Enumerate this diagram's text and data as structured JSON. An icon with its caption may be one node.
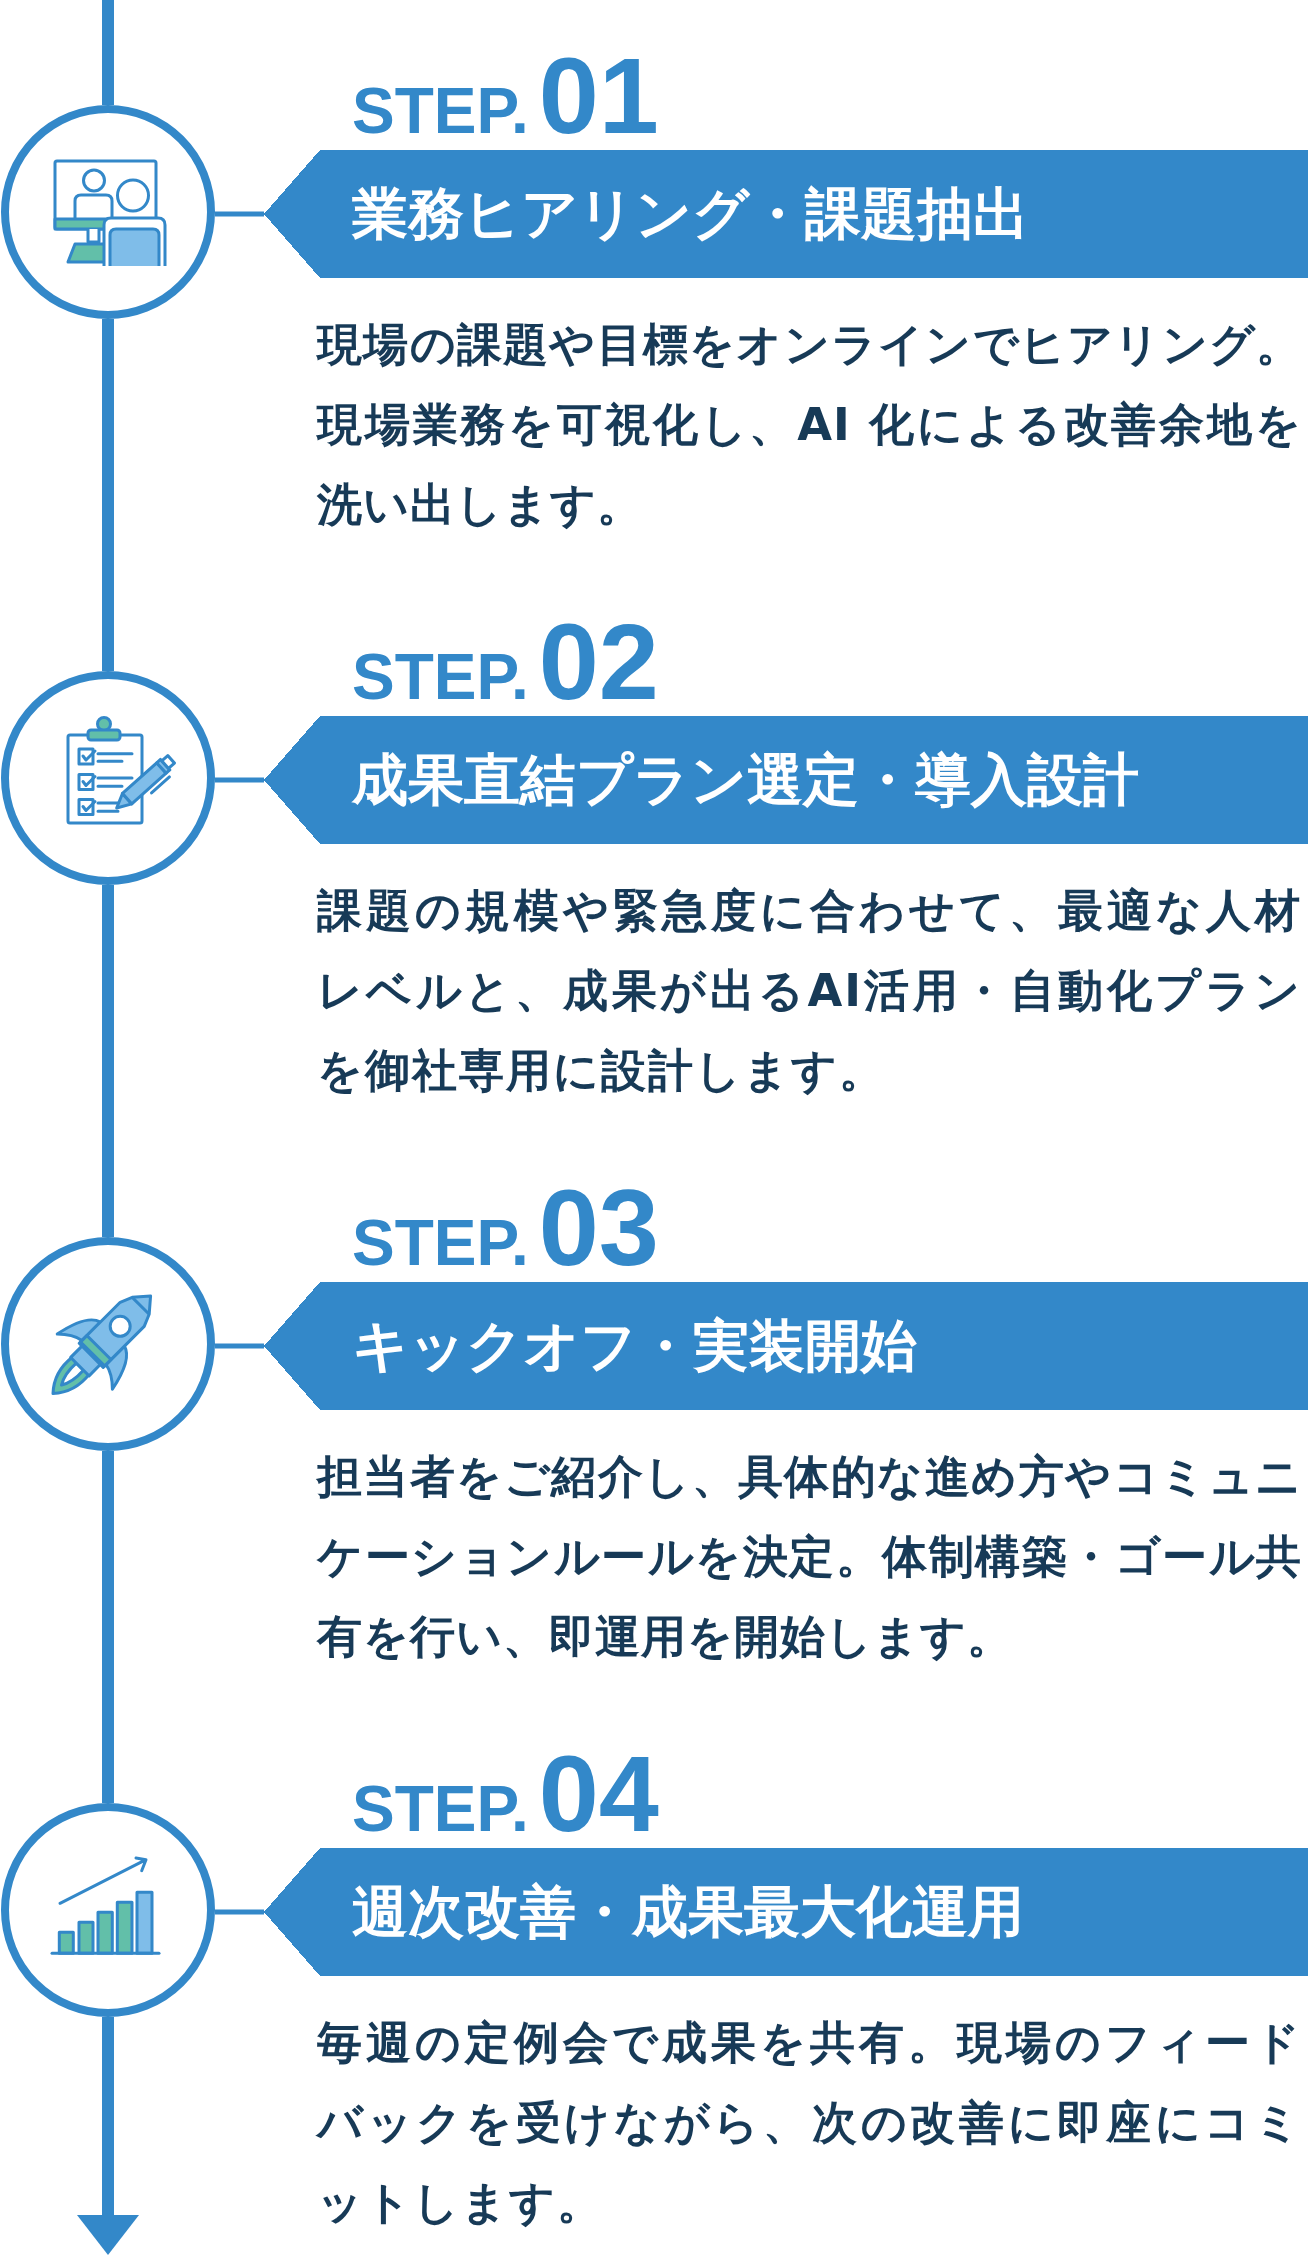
{
  "diagram": {
    "nodes": [
      {
        "text": [],
        "shape": "circle"
      },
      {
        "text": [
          "STEP.01",
          "業務ヒアリング・課題抽出"
        ],
        "beside": [
          "現場の課題や目標をオンラインでヒアリング。現場業務を可視化し、AI 化による改善余地を洗い出します。"
        ]
      },
      {
        "text": [],
        "shape": "circle"
      },
      {
        "text": [
          "STEP.02",
          "成果直結プラン選定・導入設計"
        ],
        "beside": [
          "課題の規模や緊急度に合わせて、最適な人材レベルと、成果が出るAI活用・自動化プランを御社専用に設計します。"
        ]
      },
      {
        "text": [],
        "shape": "circle"
      },
      {
        "text": [
          "STEP.03",
          "キックオフ・実装開始"
        ],
        "beside": [
          "担当者をご紹介し、具体的な進め方やコミュニケーションルールを決定。体制構築・ゴール共有を行い、即運用を開始します。"
        ]
      },
      {
        "text": [],
        "shape": "circle"
      },
      {
        "text": [
          "STEP.04",
          "週次改善・成果最大化運用"
        ],
        "beside": [
          "毎週の定例会で成果を共有。現場のフィードバックを受けながら、次の改善に即座にコミットします。"
        ]
      }
    ],
    "edges": [
      {
        "from": null,
        "to": 0,
        "arrow": "none"
      },
      {
        "from": 0,
        "to": 1,
        "arrow": "none"
      },
      {
        "from": 0,
        "to": 2,
        "arrow": "none"
      },
      {
        "from": 2,
        "to": 3,
        "arrow": "none"
      },
      {
        "from": 2,
        "to": 4,
        "arrow": "none"
      },
      {
        "from": 4,
        "to": 5,
        "arrow": "none"
      },
      {
        "from": 4,
        "to": 6,
        "arrow": "none"
      },
      {
        "from": 6,
        "to": 7,
        "arrow": "none"
      },
      {
        "from": 6,
        "to": null,
        "arrow": "to"
      }
    ]
  }
}
